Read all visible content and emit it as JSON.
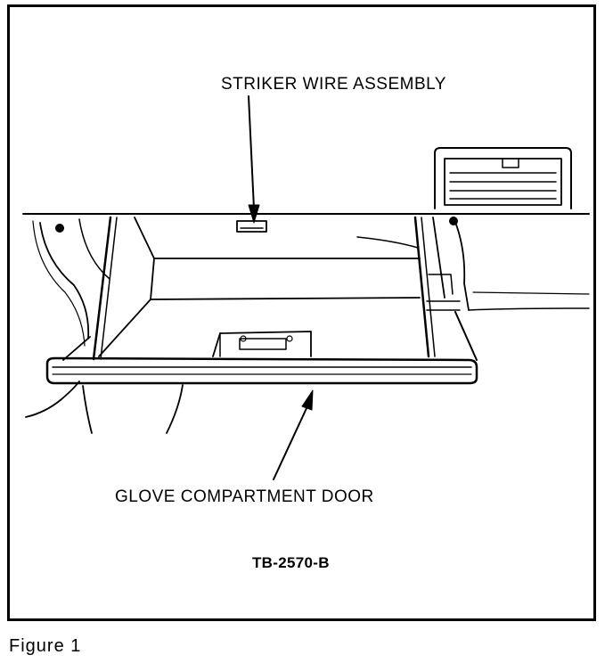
{
  "figure": {
    "callouts": {
      "striker_wire_assembly": "STRIKER WIRE ASSEMBLY",
      "glove_compartment_door": "GLOVE COMPARTMENT DOOR"
    },
    "drawing_number": "TB-2570-B",
    "caption": "Figure 1"
  },
  "colors": {
    "line": "#000000",
    "background": "#ffffff"
  }
}
